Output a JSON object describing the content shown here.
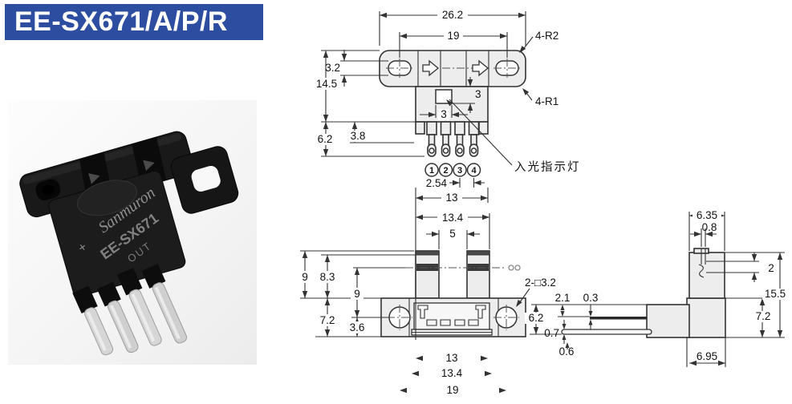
{
  "banner": {
    "model": "EE-SX671/A/P/R"
  },
  "photo": {
    "brand": "Sanmuron",
    "model": "EE-SX671",
    "out": "OUT",
    "polarity": "+"
  },
  "colors": {
    "banner_bg": "#2d4da0",
    "banner_text": "#ffffff",
    "line": "#333333",
    "part_fill": "#ededed",
    "dark_band": "#3a3a3a",
    "page_bg": "#ffffff"
  },
  "top_view": {
    "dims": {
      "overall_width": "26.2",
      "hole_pitch": "19",
      "corners_outer": "4-R2",
      "corners_inner": "4-R1",
      "hole_height": "3.2",
      "overall_height": "14.5",
      "lead_length": "6.2",
      "lead_shoulder": "3.8",
      "indicator_down": "3",
      "indicator_width": "3",
      "pin_pitch": "2.54",
      "body_width": "13"
    },
    "pins": [
      "1",
      "2",
      "3",
      "4"
    ],
    "indicator_label": "入光指示灯"
  },
  "front_view": {
    "dims": {
      "head_width": "13.4",
      "slot_width": "5",
      "head_height_outer": "9",
      "head_height": "8.3",
      "axis_height": "9",
      "base_height": "7.2",
      "hole_center_height": "3.6",
      "holes": "2-□3.2",
      "connector_width": "13",
      "base_inner_width": "13.4",
      "mount_pitch": "19"
    }
  },
  "side_view": {
    "dims": {
      "head_depth": "6.35",
      "slit_width": "0.8",
      "window_height": "2",
      "overall_height": "15.5",
      "lead_offset": "2.1",
      "lead_thickness": "0.3",
      "base_height_left": "6.2",
      "plate_thickness": "0.7",
      "lead_tip": "0.6",
      "base_height_right": "7.2",
      "base_depth": "6.95"
    }
  }
}
